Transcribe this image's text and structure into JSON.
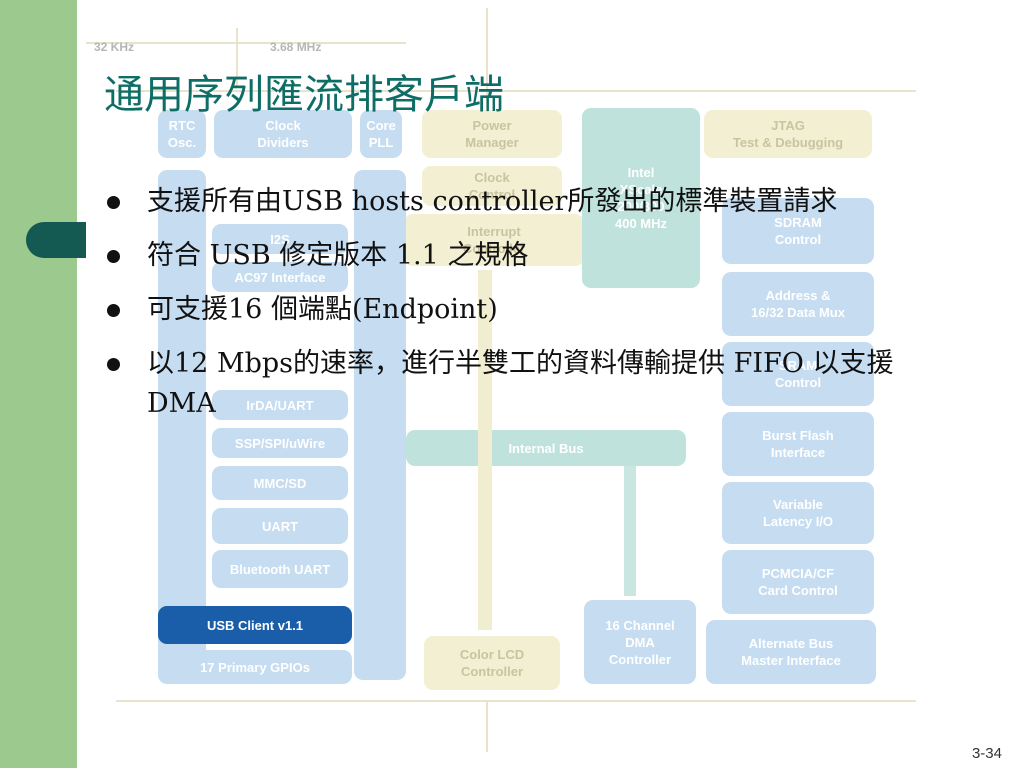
{
  "slide": {
    "title": "通用序列匯流排客戶端",
    "bullets": [
      "支援所有由USB hosts controller所發出的標準裝置請求",
      "符合 USB 修定版本 1.1 之規格",
      "可支援16 個端點(Endpoint)",
      "以12 Mbps的速率，進行半雙工的資料傳輸提供 FIFO 以支援 DMA"
    ],
    "page_number": "3-34"
  },
  "diagram": {
    "header_32khz": "32 KHz",
    "header_368mhz": "3.68 MHz",
    "rtc": "RTC\nOsc.",
    "clock_dividers": "Clock\nDividers",
    "core_pll": "Core\nPLL",
    "power_manager": "Power\nManager",
    "clock_control": "Clock\nControl",
    "interrupt_controller": "Interrupt\nController",
    "xscale": "Intel\nXScale\n200/300\n400 MHz",
    "jtag": "JTAG\nTest & Debugging",
    "sdram": "SDRAM\nControl",
    "address_mux": "Address &\n16/32 Data Mux",
    "sram": "SRAM\nControl",
    "flash": "Burst Flash\nInterface",
    "variable_latency": "Variable\nLatency I/O",
    "pcmcia": "PCMCIA/CF\nCard Control",
    "alternate_bus": "Alternate Bus\nMaster Interface",
    "dma": "16 Channel\nDMA\nController",
    "color_lcd": "Color LCD\nController",
    "internal_bus": "Internal Bus",
    "i2s": "I2S",
    "ac97": "AC97 Interface",
    "irda": "IrDA/UART",
    "ssp": "SSP/SPI/uWire",
    "mmc": "MMC/SD",
    "uart": "UART",
    "bluetooth_uart": "Bluetooth UART",
    "usb_client": "USB Client v1.1",
    "gpios": "17 Primary GPIOs"
  }
}
